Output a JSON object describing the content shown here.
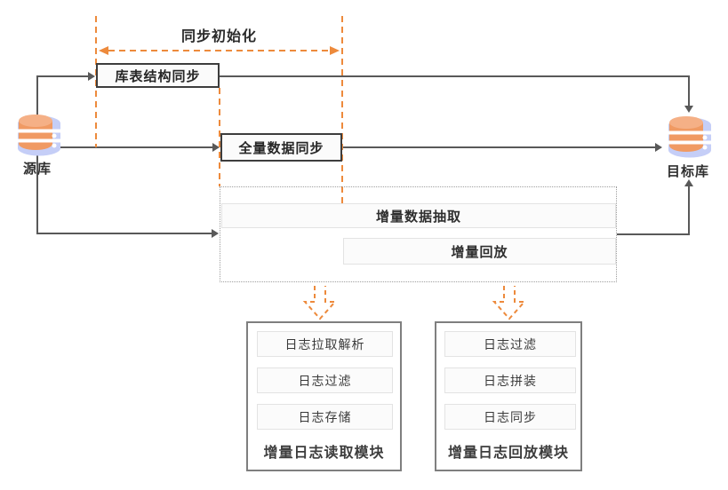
{
  "colors": {
    "accent_orange": "#ED8A3C",
    "line_gray": "#595959",
    "dark_border": "#3D3D3D",
    "module_border": "#7F7F7F",
    "dotted_border": "#9E9E9E",
    "db_blue": "#C5CEF7",
    "db_orange": "#F09A63",
    "text_dark": "#2B2B2B"
  },
  "phase": {
    "label": "同步初始化"
  },
  "flow_boxes": {
    "schema_sync": "库表结构同步",
    "full_sync": "全量数据同步",
    "incr_extract": "增量数据抽取",
    "incr_replay": "增量回放"
  },
  "databases": {
    "source": "源库",
    "target": "目标库",
    "icon": "database-icon"
  },
  "modules": {
    "reader": {
      "title": "增量日志读取模块",
      "items": [
        "日志拉取解析",
        "日志过滤",
        "日志存储"
      ]
    },
    "replayer": {
      "title": "增量日志回放模块",
      "items": [
        "日志过滤",
        "日志拼装",
        "日志同步"
      ]
    }
  }
}
